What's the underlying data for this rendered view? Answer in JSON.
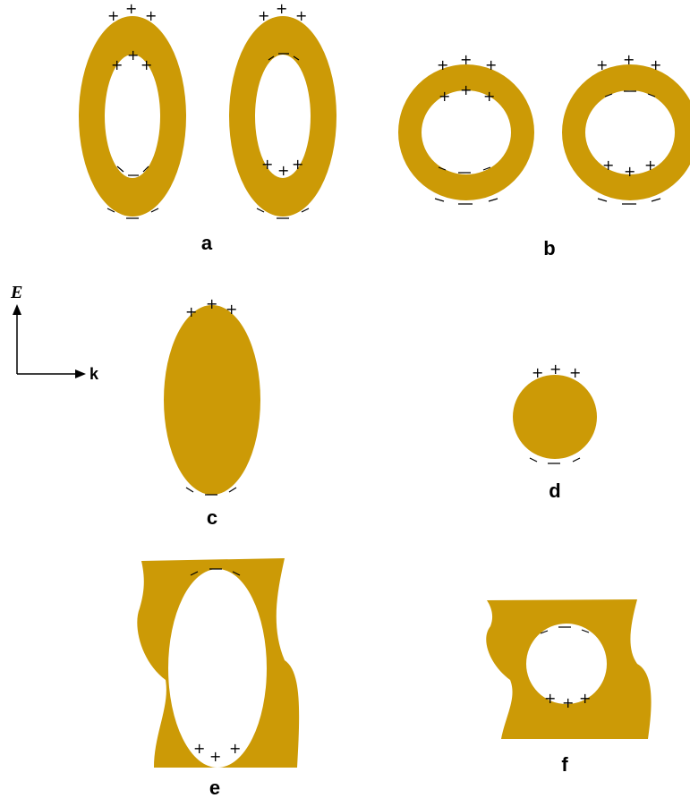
{
  "colors": {
    "gold": "#CC9A06",
    "ink": "#000000"
  },
  "axis": {
    "vertical_label": "E",
    "horizontal_label": "k"
  },
  "panels": [
    {
      "label": "a"
    },
    {
      "label": "b"
    },
    {
      "label": "c"
    },
    {
      "label": "d"
    },
    {
      "label": "e"
    },
    {
      "label": "f"
    }
  ],
  "signs": {
    "positive": "+",
    "negative": "−"
  }
}
